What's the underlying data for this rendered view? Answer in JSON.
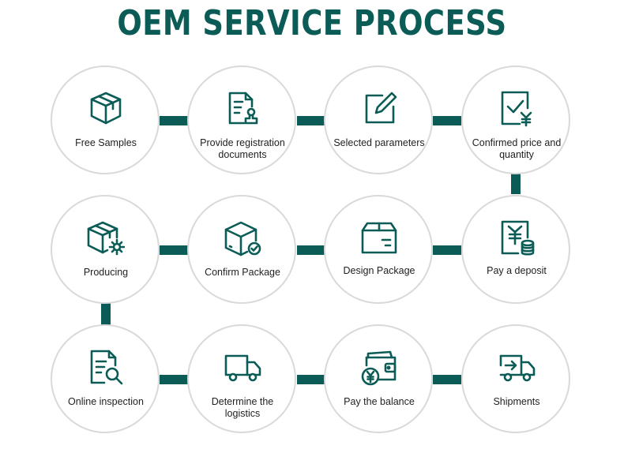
{
  "title": "OEM SERVICE PROCESS",
  "accent_color": "#0b5c56",
  "steps": [
    {
      "label": "Free Samples",
      "icon": "open-box-icon"
    },
    {
      "label": "Provide registration documents",
      "icon": "document-stamp-icon"
    },
    {
      "label": "Selected parameters",
      "icon": "edit-square-icon"
    },
    {
      "label": "Confirmed price and quantity",
      "icon": "price-check-icon"
    },
    {
      "label": "Pay a deposit",
      "icon": "yen-coins-icon"
    },
    {
      "label": "Design Package",
      "icon": "package-design-icon"
    },
    {
      "label": "Confirm Package",
      "icon": "package-check-icon"
    },
    {
      "label": "Producing",
      "icon": "box-gear-icon"
    },
    {
      "label": "Online inspection",
      "icon": "document-search-icon"
    },
    {
      "label": "Determine the logistics",
      "icon": "delivery-truck-icon"
    },
    {
      "label": "Pay the balance",
      "icon": "wallet-yen-icon"
    },
    {
      "label": "Shipments",
      "icon": "shipping-truck-icon"
    }
  ]
}
